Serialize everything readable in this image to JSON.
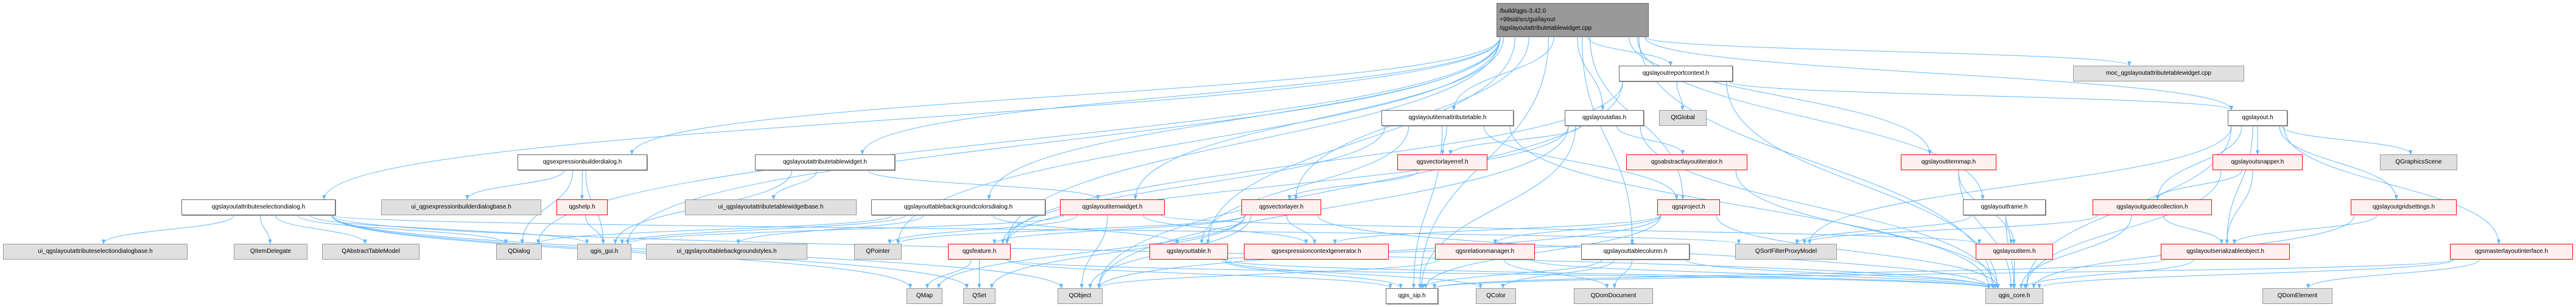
{
  "graph": {
    "title": "Include dependency graph",
    "colors": {
      "edge": "#63b8ff",
      "main_fill": "#999999",
      "red_border": "#ff0000",
      "red_fill": "#fff0f0",
      "ext_fill": "#e0e0e0"
    },
    "main": {
      "id": "main",
      "lines": [
        "/build/qgis-3.42.0",
        "+99sid/src/gui/layout",
        "/qgslayoutattributetablewidget.cpp"
      ]
    },
    "nodes": [
      {
        "id": "reportcontext",
        "label": "qgslayoutreportcontext.h",
        "kind": "doc"
      },
      {
        "id": "moc",
        "label": "moc_qgslayoutattributetablewidget.cpp",
        "kind": "ext"
      },
      {
        "id": "itemattrtable",
        "label": "qgslayoutitemattributetable.h",
        "kind": "doc"
      },
      {
        "id": "atlas",
        "label": "qgslayoutatlas.h",
        "kind": "doc"
      },
      {
        "id": "qtglobal",
        "label": "QtGlobal",
        "kind": "ext"
      },
      {
        "id": "layout",
        "label": "qgslayout.h",
        "kind": "doc"
      },
      {
        "id": "exprdialog",
        "label": "qgsexpressionbuilderdialog.h",
        "kind": "doc"
      },
      {
        "id": "attrwidget",
        "label": "qgslayoutattributetablewidget.h",
        "kind": "doc"
      },
      {
        "id": "vlref",
        "label": "qgsvectorlayerref.h",
        "kind": "red"
      },
      {
        "id": "absiter",
        "label": "qgsabstractlayoutiterator.h",
        "kind": "red"
      },
      {
        "id": "itemmap",
        "label": "qgslayoutitemmap.h",
        "kind": "red"
      },
      {
        "id": "snapper",
        "label": "qgslayoutsnapper.h",
        "kind": "red"
      },
      {
        "id": "gscene",
        "label": "QGraphicsScene",
        "kind": "ext"
      },
      {
        "id": "seldialog",
        "label": "qgslayoutattributeselectiondialog.h",
        "kind": "doc"
      },
      {
        "id": "uiexpr",
        "label": "ui_qgsexpressionbuilderdialogbase.h",
        "kind": "ext"
      },
      {
        "id": "help",
        "label": "qgshelp.h",
        "kind": "red"
      },
      {
        "id": "uiattr",
        "label": "ui_qgslayoutattributetablewidgetbase.h",
        "kind": "ext"
      },
      {
        "id": "bgdialog",
        "label": "qgslayouttablebackgroundcolorsdialog.h",
        "kind": "doc"
      },
      {
        "id": "itemwidget",
        "label": "qgslayoutitemwidget.h",
        "kind": "red"
      },
      {
        "id": "vlayer",
        "label": "qgsvectorlayer.h",
        "kind": "red"
      },
      {
        "id": "project",
        "label": "qgsproject.h",
        "kind": "red"
      },
      {
        "id": "frame",
        "label": "qgslayoutframe.h",
        "kind": "doc"
      },
      {
        "id": "guides",
        "label": "qgslayoutguidecollection.h",
        "kind": "red"
      },
      {
        "id": "grid",
        "label": "qgslayoutgridsettings.h",
        "kind": "red"
      },
      {
        "id": "uisel",
        "label": "ui_qgslayoutattributeselectiondialogbase.h",
        "kind": "ext"
      },
      {
        "id": "qitemdelegate",
        "label": "QItemDelegate",
        "kind": "ext"
      },
      {
        "id": "qabstm",
        "label": "QAbstractTableModel",
        "kind": "ext"
      },
      {
        "id": "qdialog",
        "label": "QDialog",
        "kind": "ext"
      },
      {
        "id": "gui",
        "label": "qgis_gui.h",
        "kind": "ext"
      },
      {
        "id": "uibg",
        "label": "ui_qgslayouttablebackgroundstyles.h",
        "kind": "ext"
      },
      {
        "id": "qpointer",
        "label": "QPointer",
        "kind": "ext"
      },
      {
        "id": "feature",
        "label": "qgsfeature.h",
        "kind": "red"
      },
      {
        "id": "table",
        "label": "qgslayouttable.h",
        "kind": "red"
      },
      {
        "id": "exprgen",
        "label": "qgsexpressioncontextgenerator.h",
        "kind": "red"
      },
      {
        "id": "relmgr",
        "label": "qgsrelationmanager.h",
        "kind": "red"
      },
      {
        "id": "column",
        "label": "qgslayouttablecolumn.h",
        "kind": "doc"
      },
      {
        "id": "qsfpm",
        "label": "QSortFilterProxyModel",
        "kind": "ext"
      },
      {
        "id": "item",
        "label": "qgslayoutitem.h",
        "kind": "red"
      },
      {
        "id": "serial",
        "label": "qgslayoutserializableobject.h",
        "kind": "red"
      },
      {
        "id": "master",
        "label": "qgsmasterlayoutinterface.h",
        "kind": "red"
      },
      {
        "id": "qmap",
        "label": "QMap",
        "kind": "ext"
      },
      {
        "id": "qset",
        "label": "QSet",
        "kind": "ext"
      },
      {
        "id": "qobject",
        "label": "QObject",
        "kind": "ext"
      },
      {
        "id": "sip",
        "label": "qgis_sip.h",
        "kind": "doc"
      },
      {
        "id": "qcolor",
        "label": "QColor",
        "kind": "ext"
      },
      {
        "id": "qdomdoc",
        "label": "QDomDocument",
        "kind": "ext"
      },
      {
        "id": "core",
        "label": "qgis_core.h",
        "kind": "ext"
      },
      {
        "id": "qdomel",
        "label": "QDomElement",
        "kind": "ext"
      }
    ],
    "edges": [
      [
        "main",
        "seldialog"
      ],
      [
        "main",
        "exprdialog"
      ],
      [
        "main",
        "attrwidget"
      ],
      [
        "main",
        "bgdialog"
      ],
      [
        "main",
        "itemwidget"
      ],
      [
        "main",
        "vlayer"
      ],
      [
        "main",
        "itemattrtable"
      ],
      [
        "main",
        "atlas"
      ],
      [
        "main",
        "reportcontext"
      ],
      [
        "main",
        "project"
      ],
      [
        "main",
        "moc"
      ],
      [
        "main",
        "layout"
      ],
      [
        "main",
        "itemmap"
      ],
      [
        "main",
        "frame"
      ],
      [
        "main",
        "column"
      ],
      [
        "main",
        "core"
      ],
      [
        "main",
        "sip"
      ],
      [
        "main",
        "qpointer"
      ],
      [
        "main",
        "gui"
      ],
      [
        "main",
        "qdialog"
      ],
      [
        "main",
        "feature"
      ],
      [
        "main",
        "table"
      ],
      [
        "seldialog",
        "uisel"
      ],
      [
        "seldialog",
        "qitemdelegate"
      ],
      [
        "seldialog",
        "qabstm"
      ],
      [
        "seldialog",
        "qdialog"
      ],
      [
        "seldialog",
        "gui"
      ],
      [
        "seldialog",
        "qset"
      ],
      [
        "seldialog",
        "qmap"
      ],
      [
        "seldialog",
        "qobject"
      ],
      [
        "seldialog",
        "qsfpm"
      ],
      [
        "seldialog",
        "core"
      ],
      [
        "exprdialog",
        "uiexpr"
      ],
      [
        "exprdialog",
        "help"
      ],
      [
        "exprdialog",
        "gui"
      ],
      [
        "exprdialog",
        "qdialog"
      ],
      [
        "help",
        "gui"
      ],
      [
        "attrwidget",
        "uiattr"
      ],
      [
        "attrwidget",
        "gui"
      ],
      [
        "attrwidget",
        "itemwidget"
      ],
      [
        "bgdialog",
        "uibg"
      ],
      [
        "bgdialog",
        "qdialog"
      ],
      [
        "bgdialog",
        "gui"
      ],
      [
        "bgdialog",
        "table"
      ],
      [
        "itemwidget",
        "gui"
      ],
      [
        "itemwidget",
        "qpointer"
      ],
      [
        "itemwidget",
        "exprgen"
      ],
      [
        "itemwidget",
        "item"
      ],
      [
        "itemwidget",
        "qobject"
      ],
      [
        "itemattrtable",
        "vlref"
      ],
      [
        "itemattrtable",
        "table"
      ],
      [
        "itemattrtable",
        "feature"
      ],
      [
        "itemattrtable",
        "core"
      ],
      [
        "itemattrtable",
        "sip"
      ],
      [
        "itemattrtable",
        "project"
      ],
      [
        "atlas",
        "vlref"
      ],
      [
        "atlas",
        "absiter"
      ],
      [
        "atlas",
        "core"
      ],
      [
        "atlas",
        "qobject"
      ],
      [
        "atlas",
        "feature"
      ],
      [
        "atlas",
        "sip"
      ],
      [
        "reportcontext",
        "qtglobal"
      ],
      [
        "reportcontext",
        "layout"
      ],
      [
        "reportcontext",
        "core"
      ],
      [
        "reportcontext",
        "qobject"
      ],
      [
        "reportcontext",
        "feature"
      ],
      [
        "vlref",
        "vlayer"
      ],
      [
        "vlayer",
        "exprgen"
      ],
      [
        "vlayer",
        "feature"
      ],
      [
        "vlayer",
        "qpointer"
      ],
      [
        "vlayer",
        "core"
      ],
      [
        "vlayer",
        "qset"
      ],
      [
        "vlayer",
        "qmap"
      ],
      [
        "vlayer",
        "qobject"
      ],
      [
        "project",
        "relmgr"
      ],
      [
        "project",
        "exprgen"
      ],
      [
        "project",
        "core"
      ],
      [
        "project",
        "qobject"
      ],
      [
        "project",
        "sip"
      ],
      [
        "absiter",
        "core"
      ],
      [
        "table",
        "sip"
      ],
      [
        "table",
        "qcolor"
      ],
      [
        "table",
        "core"
      ],
      [
        "table",
        "column"
      ],
      [
        "feature",
        "qmap"
      ],
      [
        "feature",
        "qset"
      ],
      [
        "feature",
        "sip"
      ],
      [
        "feature",
        "core"
      ],
      [
        "relmgr",
        "qdomdoc"
      ],
      [
        "relmgr",
        "core"
      ],
      [
        "relmgr",
        "qobject"
      ],
      [
        "column",
        "sip"
      ],
      [
        "column",
        "qcolor"
      ],
      [
        "column",
        "qdomdoc"
      ],
      [
        "column",
        "core"
      ],
      [
        "layout",
        "gscene"
      ],
      [
        "layout",
        "snapper"
      ],
      [
        "layout",
        "guides"
      ],
      [
        "layout",
        "grid"
      ],
      [
        "layout",
        "master"
      ],
      [
        "layout",
        "serial"
      ],
      [
        "layout",
        "core"
      ],
      [
        "layout",
        "qsfpm"
      ],
      [
        "itemmap",
        "item"
      ],
      [
        "itemmap",
        "core"
      ],
      [
        "frame",
        "item"
      ],
      [
        "frame",
        "core"
      ],
      [
        "frame",
        "qsfpm"
      ],
      [
        "snapper",
        "guides"
      ],
      [
        "snapper",
        "serial"
      ],
      [
        "snapper",
        "core"
      ],
      [
        "guides",
        "serial"
      ],
      [
        "guides",
        "qsfpm"
      ],
      [
        "guides",
        "core"
      ],
      [
        "grid",
        "serial"
      ],
      [
        "grid",
        "core"
      ],
      [
        "serial",
        "core"
      ],
      [
        "serial",
        "sip"
      ],
      [
        "master",
        "qdomel"
      ],
      [
        "master",
        "core"
      ],
      [
        "master",
        "sip"
      ],
      [
        "item",
        "core"
      ]
    ]
  }
}
